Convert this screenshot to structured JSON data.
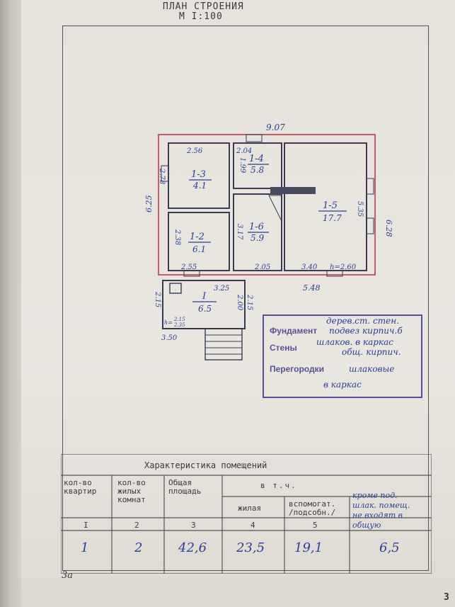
{
  "header": {
    "title": "ПЛАН СТРОЕНИЯ",
    "scale": "М I:100"
  },
  "plan": {
    "dims": {
      "top": "9.07",
      "left": "6.25",
      "right": "6.28",
      "bottom": "5.48",
      "r13_w": "2.56",
      "r13_h": "2.78",
      "r14_w": "2.04",
      "r14_h": "1.99",
      "r12_h": "2.38",
      "r12_w": "2.55",
      "r16_h": "3.17",
      "r16_w": "2.05",
      "r15_h": "5.35",
      "r15_w": "3.40",
      "r15_h2": "h=2.60",
      "rI_w": "3.25",
      "rI_h": "2.15",
      "rI_h2": "2.00",
      "rI_h3": "2.15",
      "rI_bottom": "3.50",
      "rI_note_h": "h=",
      "rI_note_a": "2.15",
      "rI_note_b": "2.35"
    },
    "rooms": [
      {
        "id": "1-3",
        "area": "4.1"
      },
      {
        "id": "1-4",
        "area": "5.8"
      },
      {
        "id": "1-5",
        "area": "17.7"
      },
      {
        "id": "1-2",
        "area": "6.1"
      },
      {
        "id": "1-6",
        "area": "5.9"
      },
      {
        "id": "I",
        "area": "6.5"
      }
    ]
  },
  "stamp": {
    "foundation_label": "Фундамент",
    "foundation_value_1": "дерев.ст. стен.",
    "foundation_value_2": "подвез кирпич.б",
    "walls_label": "Стены",
    "walls_value_1": "шлаков. в каркас",
    "walls_value_2": "общ. кирпич.",
    "partitions_label": "Перегородки",
    "partitions_value_1": "шлаковые",
    "partitions_value_2": "в каркас"
  },
  "table": {
    "title": "Характеристика помещений",
    "h1a": "кол-во",
    "h1b": "квартир",
    "h2a": "кол-во",
    "h2b": "жилых",
    "h2c": "комнат",
    "h3a": "Общая",
    "h3b": "площадь",
    "h4": "в т.ч.",
    "h5": "жилая",
    "h6a": "вспомогат.",
    "h6b": "/подсобн./",
    "h7a": "кроме под.",
    "h7b": "шлак. помещ.",
    "h7c": "не входят в",
    "h7d": "общую",
    "n1": "I",
    "n2": "2",
    "n3": "3",
    "n4": "4",
    "n5": "5",
    "v1": "1",
    "v2": "2",
    "v3": "42,6",
    "v4": "23,5",
    "v5": "19,1",
    "v6": "6,5"
  },
  "footer": {
    "left_note": "3a",
    "page_number": "3"
  },
  "colors": {
    "ink": "#2a3d9a",
    "red_outline": "#c0394a",
    "stamp": "#5a4f9c"
  }
}
